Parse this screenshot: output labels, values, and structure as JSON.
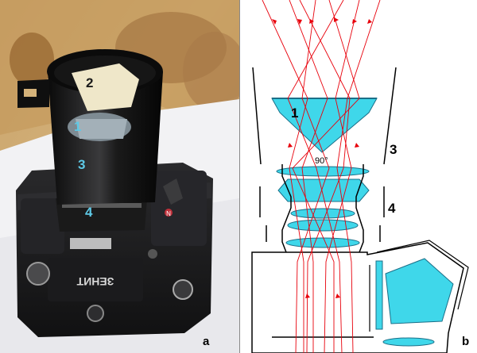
{
  "panel_a": {
    "label": "a",
    "callouts": {
      "item_2": "2",
      "item_1": "1",
      "item_3": "3",
      "item_4": "4"
    },
    "camera_brand": "ЗЕНИТ",
    "mark_n": "N"
  },
  "panel_b": {
    "label": "b",
    "callouts": {
      "item_1": "1",
      "item_3": "3",
      "item_4": "4"
    },
    "angle_label": "90°"
  },
  "colors": {
    "lens_fill": "#3fd7ea",
    "ray": "#e8000b",
    "camera_body": "#1d1d1f",
    "tube": "#141414"
  }
}
